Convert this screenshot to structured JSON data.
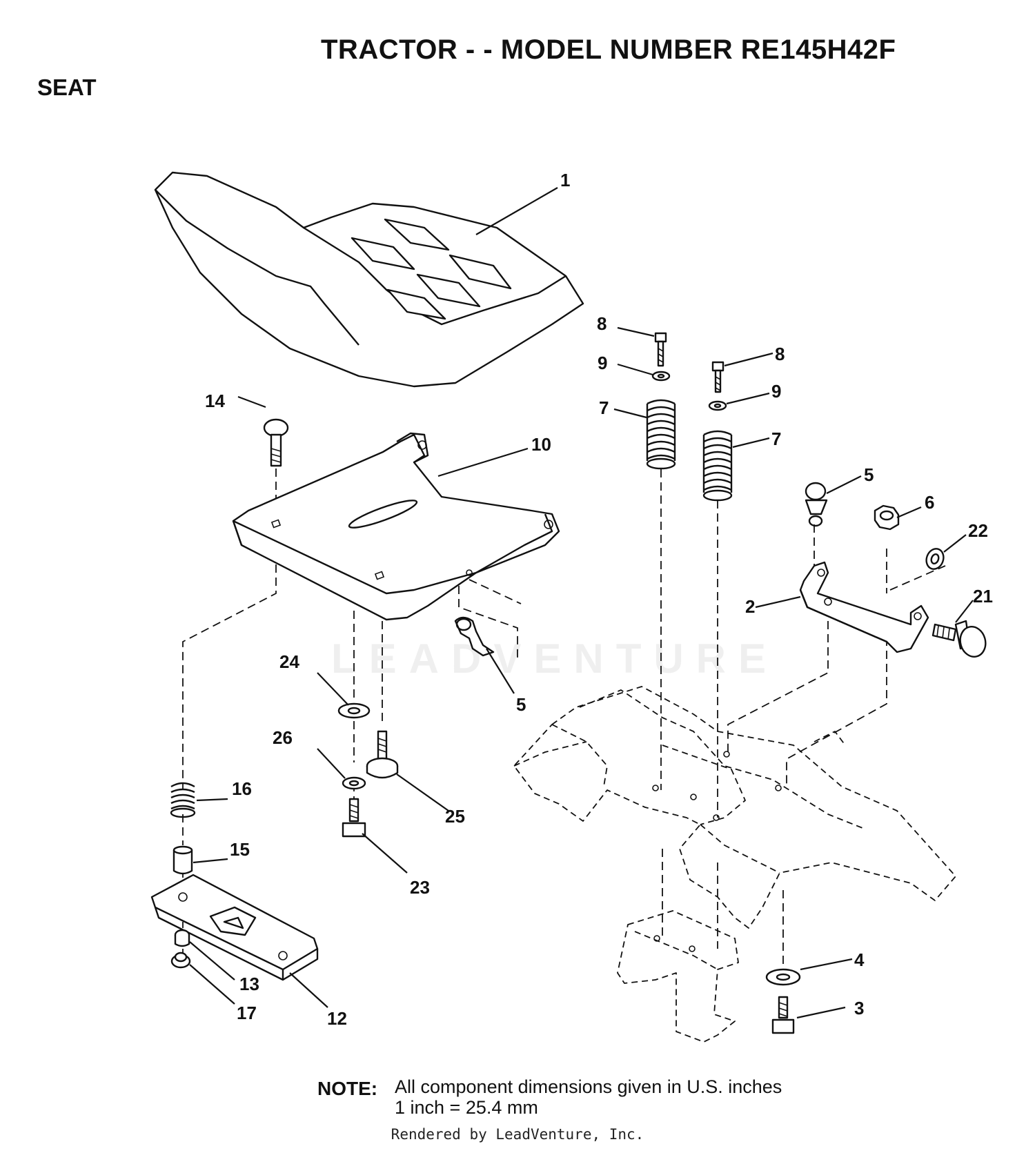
{
  "header": {
    "title": "TRACTOR - - MODEL NUMBER RE145H42F",
    "section": "SEAT"
  },
  "callouts": [
    {
      "id": "c1",
      "label": "1"
    },
    {
      "id": "c2",
      "label": "2"
    },
    {
      "id": "c3",
      "label": "3"
    },
    {
      "id": "c4",
      "label": "4"
    },
    {
      "id": "c5a",
      "label": "5"
    },
    {
      "id": "c5b",
      "label": "5"
    },
    {
      "id": "c6",
      "label": "6"
    },
    {
      "id": "c7a",
      "label": "7"
    },
    {
      "id": "c7b",
      "label": "7"
    },
    {
      "id": "c8a",
      "label": "8"
    },
    {
      "id": "c8b",
      "label": "8"
    },
    {
      "id": "c9a",
      "label": "9"
    },
    {
      "id": "c9b",
      "label": "9"
    },
    {
      "id": "c10",
      "label": "10"
    },
    {
      "id": "c12",
      "label": "12"
    },
    {
      "id": "c13",
      "label": "13"
    },
    {
      "id": "c14",
      "label": "14"
    },
    {
      "id": "c15",
      "label": "15"
    },
    {
      "id": "c16",
      "label": "16"
    },
    {
      "id": "c17",
      "label": "17"
    },
    {
      "id": "c21",
      "label": "21"
    },
    {
      "id": "c22",
      "label": "22"
    },
    {
      "id": "c23",
      "label": "23"
    },
    {
      "id": "c24",
      "label": "24"
    },
    {
      "id": "c25",
      "label": "25"
    },
    {
      "id": "c26",
      "label": "26"
    }
  ],
  "note": {
    "label": "NOTE:",
    "line1": "All component dimensions given in U.S. inches",
    "line2": "1 inch = 25.4 mm"
  },
  "footer": {
    "credit": "Rendered by LeadVenture, Inc."
  },
  "watermark": {
    "text": "LEADVENTURE"
  }
}
